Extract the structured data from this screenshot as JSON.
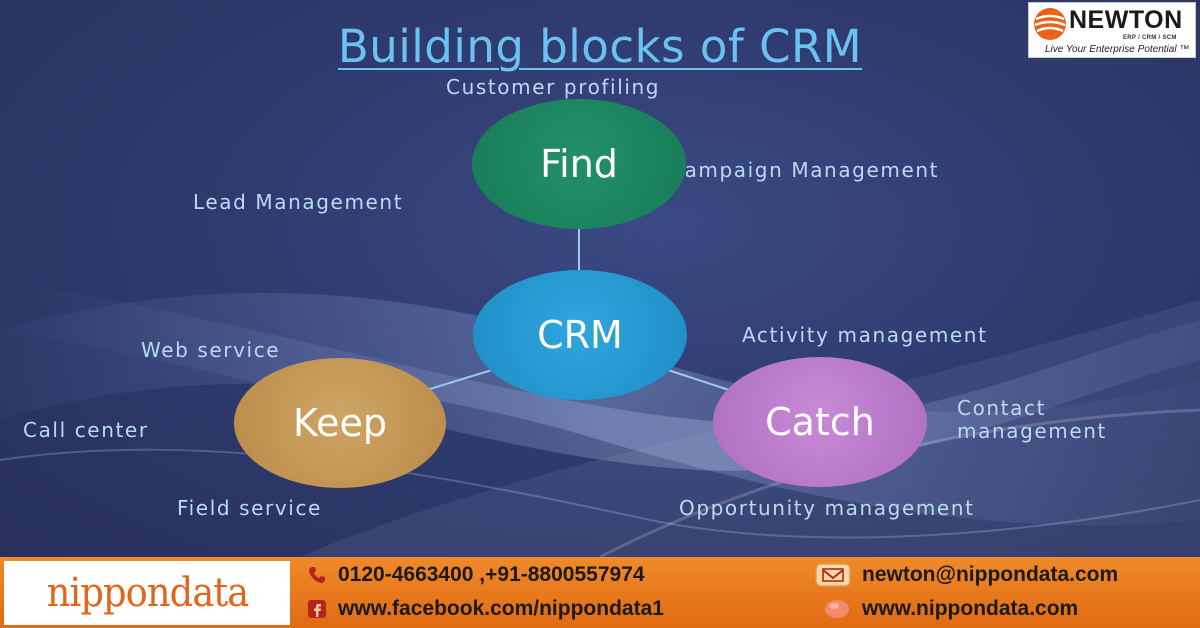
{
  "title": "Building blocks of CRM",
  "nodes": {
    "find": "Find",
    "crm": "CRM",
    "keep": "Keep",
    "catch": "Catch"
  },
  "labels": {
    "customer_profiling": "Customer profiling",
    "campaign_management": "Campaign Management",
    "lead_management": "Lead Management",
    "activity_management": "Activity management",
    "web_service": "Web service",
    "call_center": "Call center",
    "contact_management_line1": "Contact",
    "contact_management_line2": "management",
    "field_service": "Field service",
    "opportunity_management": "Opportunity management"
  },
  "logo": {
    "name": "NEWTON",
    "sub": "ERP / CRM / SCM",
    "tagline": "Live Your Enterprise Potential ™"
  },
  "footer": {
    "brand": "nippondata",
    "phone": "0120-4663400 ,+91-8800557974",
    "facebook": "www.facebook.com/nippondata1",
    "email": "newton@nippondata.com",
    "website": "www.nippondata.com"
  },
  "colors": {
    "background": "#2f3b6f",
    "title": "#6bc1f2",
    "label": "#b9daf4",
    "find": "#1b8462",
    "crm": "#2599d2",
    "keep": "#c49854",
    "catch": "#b97ccc",
    "footer": "#ea7a1e"
  },
  "icons": [
    "phone-icon",
    "facebook-icon",
    "email-icon",
    "globe-icon",
    "newton-logo-icon"
  ]
}
